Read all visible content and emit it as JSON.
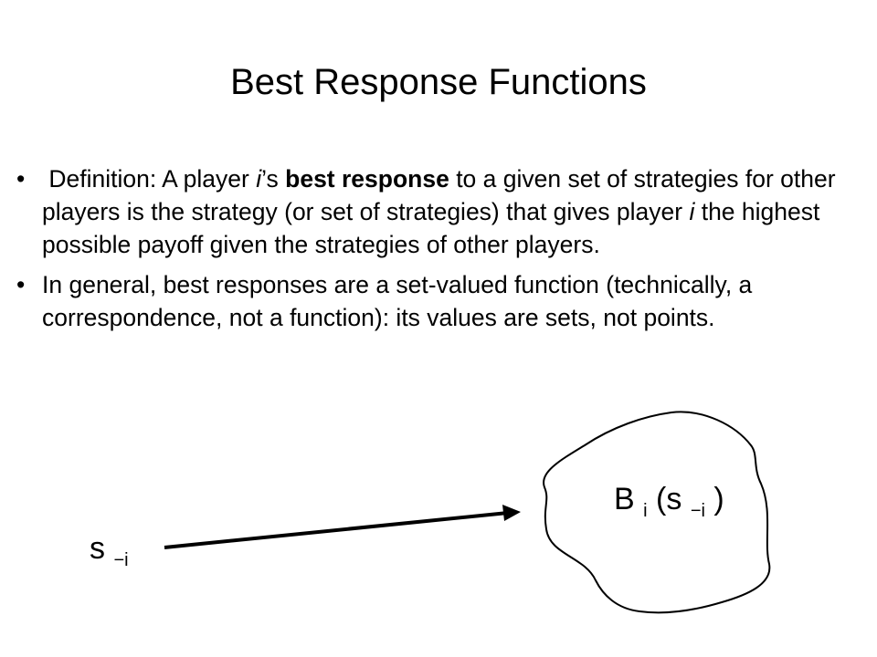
{
  "title": "Best Response Functions",
  "bullets": [
    {
      "parts": [
        {
          "text": " Definition: A player ",
          "style": "normal"
        },
        {
          "text": "i",
          "style": "italic"
        },
        {
          "text": "’s ",
          "style": "normal"
        },
        {
          "text": "best response",
          "style": "bold"
        },
        {
          "text": " to a given set of strategies for other players is the strategy (or set of strategies) that gives player ",
          "style": "normal"
        },
        {
          "text": "i",
          "style": "italic"
        },
        {
          "text": " the highest possible payoff given the strategies of other players.",
          "style": "normal"
        }
      ]
    },
    {
      "parts": [
        {
          "text": "In general, best responses are a set-valued function (technically, a correspondence, not a function): its values are sets, not points.",
          "style": "normal"
        }
      ]
    }
  ],
  "diagram": {
    "input_label": {
      "base": "s",
      "sub": "−i"
    },
    "set_label": {
      "base": "B",
      "sub": "i",
      "open": "(s",
      "sub2": "−i",
      "close": ")"
    }
  }
}
